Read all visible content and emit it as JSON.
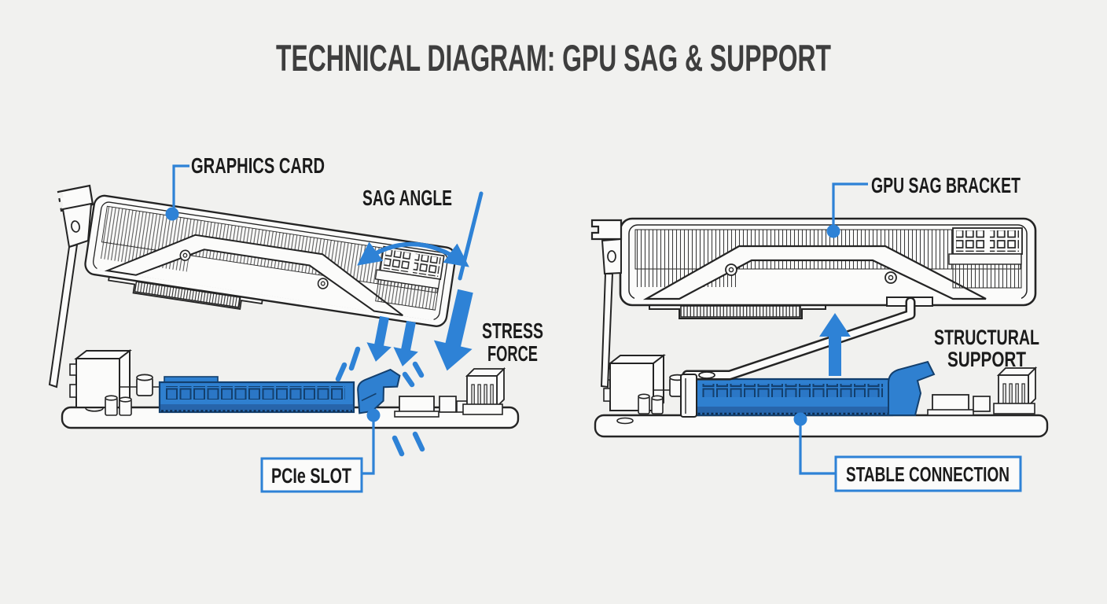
{
  "title": "TECHNICAL DIAGRAM: GPU SAG & SUPPORT",
  "colors": {
    "background": "#f1f1ef",
    "line_ink": "#242424",
    "accent_blue": "#2e82d6",
    "slot_blue": "#2f80d0",
    "slot_blue_dark": "#133f6d",
    "label_ink": "#1b1b1b",
    "title_ink": "#3e3e3e",
    "panel_white": "#fbfbfa"
  },
  "left_diagram": {
    "name": "gpu-sagging-without-support",
    "labels": {
      "graphics_card": "GRAPHICS CARD",
      "sag_angle": "SAG ANGLE",
      "stress_force_line1": "STRESS",
      "stress_force_line2": "FORCE",
      "pcie_slot": "PCIe SLOT"
    }
  },
  "right_diagram": {
    "name": "gpu-level-with-support-bracket",
    "labels": {
      "gpu_sag_bracket": "GPU SAG BRACKET",
      "structural_support_line1": "STRUCTURAL",
      "structural_support_line2": "SUPPORT",
      "stable_connection": "STABLE CONNECTION"
    }
  }
}
